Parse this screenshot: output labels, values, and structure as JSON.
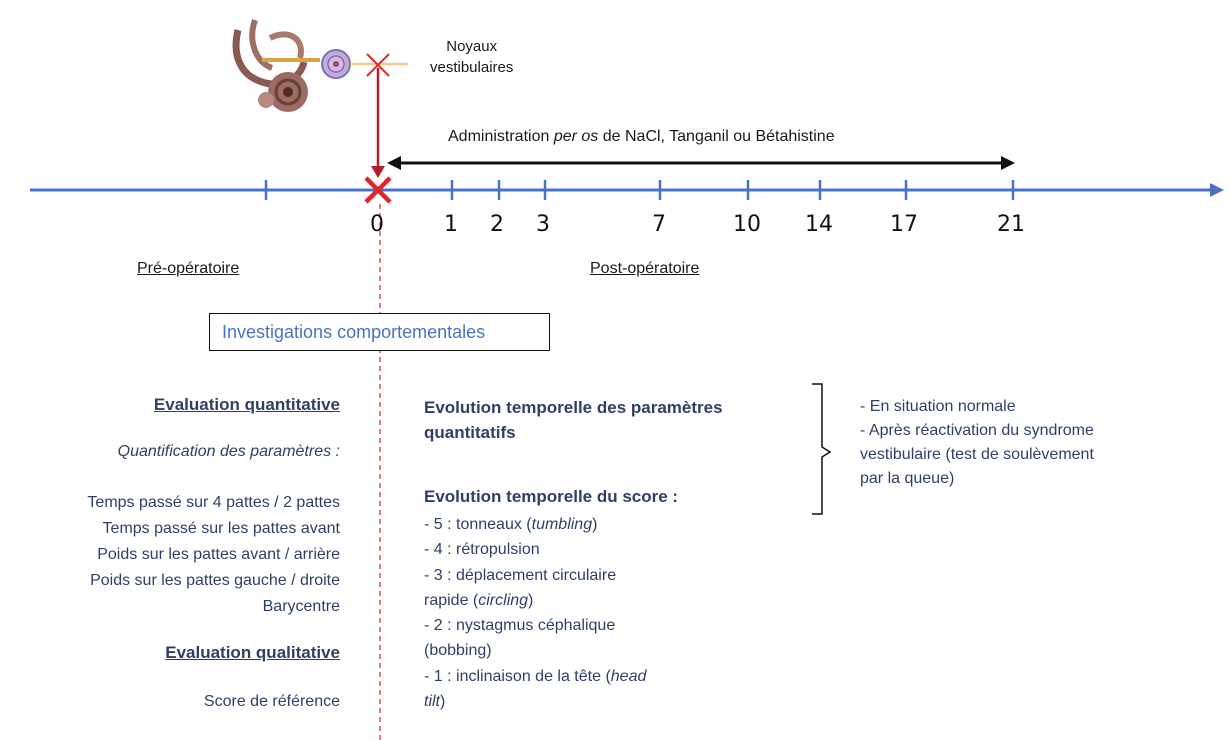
{
  "nuclei_label": [
    "Noyaux",
    "vestibulaires"
  ],
  "admin": {
    "prefix": "Administration ",
    "italic": "per os",
    "suffix": " de NaCl, Tanganil ou Bétahistine"
  },
  "ticks": [
    "0",
    "1",
    "2",
    "3",
    "7",
    "10",
    "14",
    "17",
    "21"
  ],
  "phase_pre": "Pré-opératoire",
  "phase_post": "Post-opératoire",
  "box_title": "Investigations comportementales",
  "left": {
    "quant_title": "Evaluation quantitative",
    "quant_sub": "Quantification des paramètres :",
    "params": [
      "Temps passé sur 4 pattes / 2 pattes",
      "Temps passé sur les pattes avant",
      "Poids sur les pattes avant / arrière",
      "Poids sur les pattes gauche / droite",
      "Barycentre"
    ],
    "qual_title": "Evaluation qualitative",
    "qual_item": "Score de référence"
  },
  "middle": {
    "evo_params": [
      "Evolution temporelle des paramètres",
      "quantitatifs"
    ],
    "evo_score": "Evolution temporelle du score :",
    "score_lines": [
      {
        "pre": "- 5 : tonneaux (",
        "it": "tumbling",
        "post": ")"
      },
      {
        "pre": "- 4 : rétropulsion",
        "it": "",
        "post": ""
      },
      {
        "pre": "- 3 : déplacement circulaire",
        "it": "",
        "post": ""
      },
      {
        "pre": "rapide (",
        "it": "circling",
        "post": ")"
      },
      {
        "pre": "- 2 : nystagmus céphalique",
        "it": "",
        "post": ""
      },
      {
        "pre": "(bobbing)",
        "it": "",
        "post": ""
      },
      {
        "pre": "- 1 : inclinaison de la tête (",
        "it": "head",
        "post": ""
      },
      {
        "pre": "",
        "it": "tilt",
        "post": ")"
      }
    ]
  },
  "right": [
    "- En situation normale",
    "- Après réactivation du syndrome",
    "vestibulaire (test de soulèvement",
    "par la queue)"
  ],
  "colors": {
    "axis": "#4a72c4",
    "marker": "#e0262b",
    "navy": "#2f3f66",
    "box_text": "#4a72c4"
  }
}
